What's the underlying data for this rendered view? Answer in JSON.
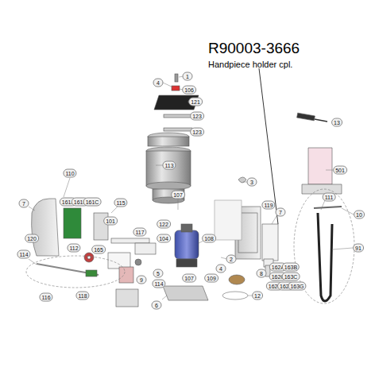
{
  "diagram": {
    "title": "R90003-3666",
    "caption": "Handpiece holder cpl.",
    "labels": [
      "1",
      "4",
      "106",
      "121",
      "123",
      "123",
      "13",
      "113",
      "501",
      "110",
      "3",
      "107",
      "7",
      "115",
      "119",
      "7",
      "111",
      "10",
      "101",
      "161A",
      "161B",
      "161C",
      "120",
      "117",
      "122",
      "108",
      "112",
      "165",
      "104",
      "2",
      "114",
      "91",
      "5",
      "4",
      "109",
      "114",
      "9",
      "107",
      "8",
      "162A",
      "163B",
      "162C",
      "163C",
      "162E",
      "162F",
      "163G",
      "116",
      "118",
      "6",
      "12"
    ]
  }
}
